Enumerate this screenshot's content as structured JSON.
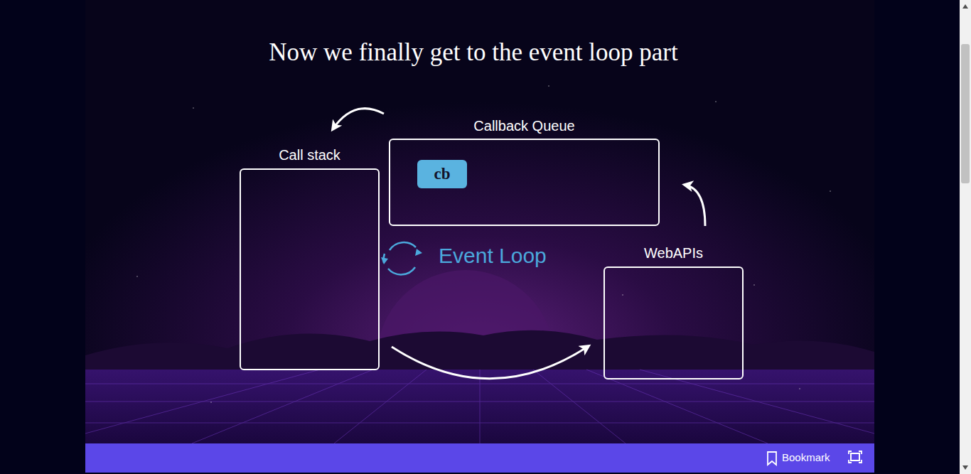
{
  "diagram": {
    "title": "Now we finally get to the event loop part",
    "nodes": [
      {
        "text": [
          "Call stack"
        ]
      },
      {
        "text": [
          "Callback Queue"
        ]
      },
      {
        "text": [
          "cb"
        ],
        "in": 1
      },
      {
        "text": [
          "WebAPIs"
        ]
      }
    ],
    "edges": [
      {
        "from": 0,
        "to": 3,
        "arrow": "to"
      },
      {
        "from": 3,
        "to": 1,
        "arrow": "to"
      },
      {
        "from": 1,
        "to": 0,
        "arrow": "to"
      }
    ],
    "labels": [
      "Event Loop",
      "Bookmark"
    ]
  }
}
